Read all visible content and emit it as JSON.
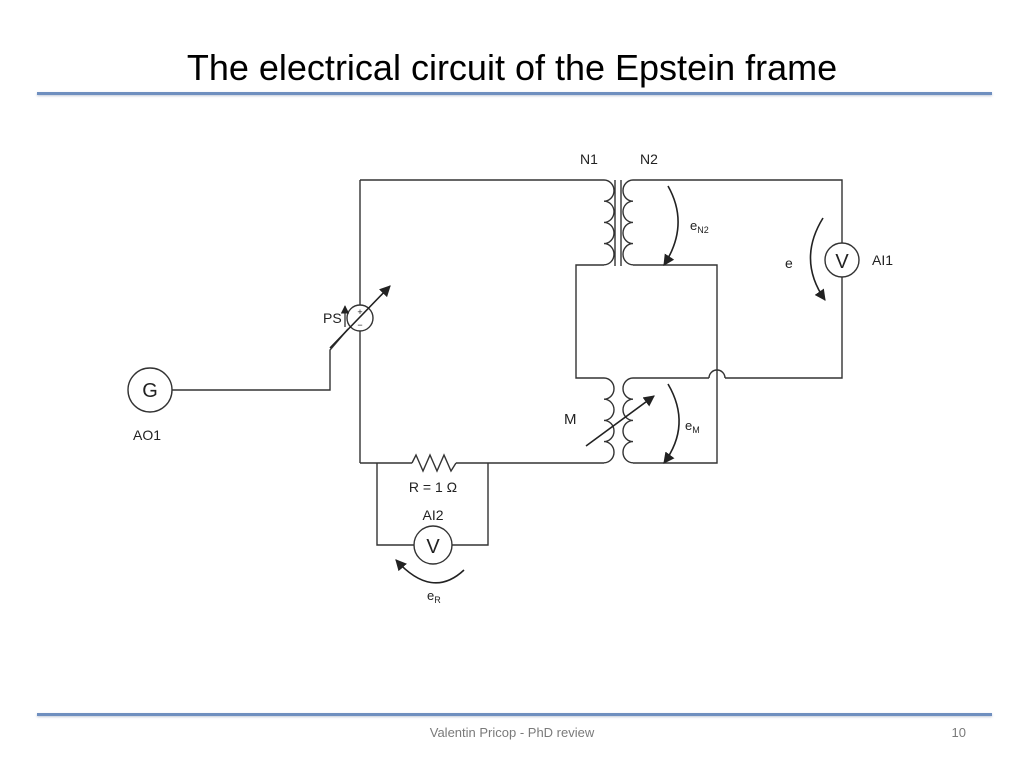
{
  "slide": {
    "title": "The electrical circuit of the Epstein frame",
    "footer_text": "Valentin Pricop - PhD review",
    "page_number": "10"
  },
  "diagram": {
    "labels": {
      "n1": "N1",
      "n2": "N2",
      "en2_base": "e",
      "en2_sub": "N2",
      "e": "e",
      "ai1": "AI1",
      "ps": "PS",
      "generator_symbol": "G",
      "ao1": "AO1",
      "mutual": "M",
      "em_base": "e",
      "em_sub": "M",
      "resistor": "R = 1 Ω",
      "ai2": "AI2",
      "voltmeter_symbol_1": "V",
      "voltmeter_symbol_2": "V",
      "er_base": "e",
      "er_sub": "R",
      "ps_plus": "+",
      "ps_minus": "−"
    }
  }
}
